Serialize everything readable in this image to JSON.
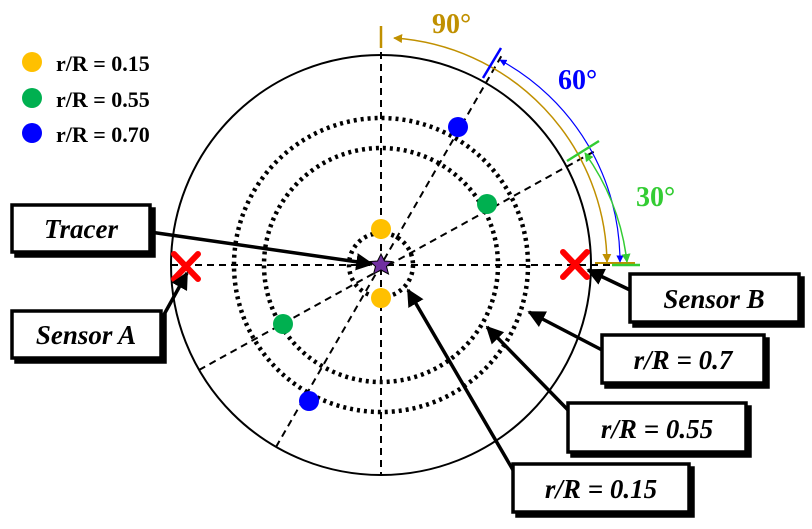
{
  "legend": [
    {
      "label": "r/R = 0.15",
      "color": "#FFC000"
    },
    {
      "label": "r/R = 0.55",
      "color": "#00B050"
    },
    {
      "label": "r/R = 0.70",
      "color": "#0000FF"
    }
  ],
  "labels": {
    "tracer": "Tracer",
    "sensor_a": "Sensor A",
    "sensor_b": "Sensor B",
    "ring_070": "r/R = 0.7",
    "ring_055": "r/R = 0.55",
    "ring_015": "r/R = 0.15"
  },
  "angles": [
    {
      "label": "90°",
      "degrees": 90,
      "color": "#C09000"
    },
    {
      "label": "60°",
      "degrees": 60,
      "color": "#0000FF"
    },
    {
      "label": "30°",
      "degrees": 30,
      "color": "#33CC33"
    }
  ],
  "ring_ratios": [
    0.15,
    0.55,
    0.7
  ],
  "points": [
    {
      "ratio": 0.15,
      "angle_deg": 90,
      "color": "#FFC000"
    },
    {
      "ratio": 0.15,
      "angle_deg": 270,
      "color": "#FFC000"
    },
    {
      "ratio": 0.55,
      "angle_deg": 30,
      "color": "#00B050"
    },
    {
      "ratio": 0.55,
      "angle_deg": 210,
      "color": "#00B050"
    },
    {
      "ratio": 0.7,
      "angle_deg": 60,
      "color": "#0000FF"
    },
    {
      "ratio": 0.7,
      "angle_deg": 240,
      "color": "#0000FF"
    }
  ],
  "colors": {
    "sensor_mark": "#FF0000",
    "tracer_mark": "#7030A0",
    "line": "#000000"
  }
}
